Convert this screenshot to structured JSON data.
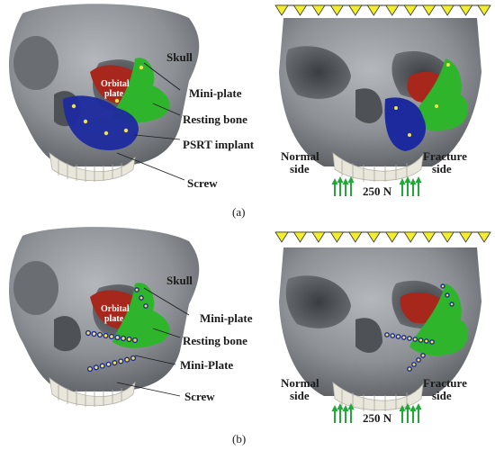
{
  "panel_a": {
    "caption": "(a)",
    "left": {
      "skull": "Skull",
      "orbital_plate_line1": "Orbital",
      "orbital_plate_line2": "plate",
      "mini_plate": "Mini-plate",
      "resting_bone": "Resting bone",
      "psrt_implant": "PSRT implant",
      "screw": "Screw"
    },
    "right": {
      "normal_side_line1": "Normal",
      "normal_side_line2": "side",
      "fracture_side_line1": "Fracture",
      "fracture_side_line2": "side",
      "load": "250 N"
    }
  },
  "panel_b": {
    "caption": "(b)",
    "left": {
      "skull": "Skull",
      "orbital_plate_line1": "Orbital",
      "orbital_plate_line2": "plate",
      "mini_plate_top": "Mini-plate",
      "resting_bone": "Resting bone",
      "mini_plate_bottom": "Mini-Plate",
      "screw": "Screw"
    },
    "right": {
      "normal_side_line1": "Normal",
      "normal_side_line2": "side",
      "fracture_side_line1": "Fracture",
      "fracture_side_line2": "side",
      "load": "250 N"
    }
  },
  "colors": {
    "skull": "#8d9196",
    "skull_shadow": "#5e6267",
    "teeth": "#e9e6dc",
    "orbital_plate": "#a8271c",
    "resting_bone": "#2fb52c",
    "implant": "#1c2a9e",
    "screw": "#f2e34a",
    "fixed_support": "#f2ee2a",
    "force_arrow": "#22a838"
  },
  "icons": {
    "fixed_support": "yellow-triangle-icon",
    "force": "green-arrow-icon"
  }
}
